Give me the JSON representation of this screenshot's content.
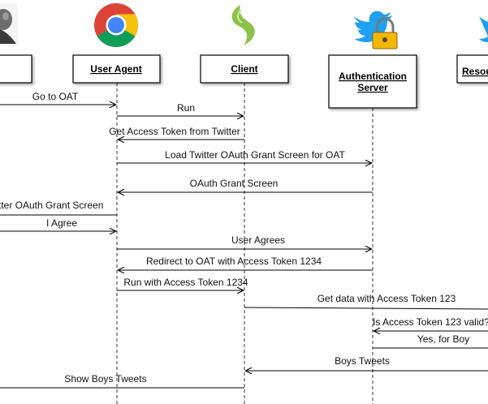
{
  "participants": [
    {
      "id": "user",
      "icon": "user-photo-icon",
      "label": ""
    },
    {
      "id": "user-agent",
      "icon": "chrome-icon",
      "label": "User Agent"
    },
    {
      "id": "client",
      "icon": "client-app-icon",
      "label": "Client"
    },
    {
      "id": "auth",
      "icon": "twitter-lock-icon",
      "label_line1": "Authentication",
      "label_line2": "Server"
    },
    {
      "id": "resource",
      "icon": "twitter-icon",
      "label": "Resou"
    }
  ],
  "messages": [
    {
      "from": "user",
      "to": "user-agent",
      "label": "Go to OAT"
    },
    {
      "from": "user-agent",
      "to": "client",
      "label": "Run"
    },
    {
      "from": "client",
      "to": "user-agent",
      "label": "Get Access Token from Twitter"
    },
    {
      "from": "user-agent",
      "to": "auth",
      "label": "Load Twitter OAuth Grant Screen for OAT"
    },
    {
      "from": "auth",
      "to": "user-agent",
      "label": "OAuth Grant Screen"
    },
    {
      "from": "user-agent",
      "to": "user",
      "label": "tter OAuth Grant Screen"
    },
    {
      "from": "user",
      "to": "user-agent",
      "label": "I Agree"
    },
    {
      "from": "user-agent",
      "to": "auth",
      "label": "User Agrees"
    },
    {
      "from": "auth",
      "to": "user-agent",
      "label": "Redirect to OAT with Access Token 1234"
    },
    {
      "from": "user-agent",
      "to": "client",
      "label": "Run with Access Token 1234"
    },
    {
      "from": "client",
      "to": "resource",
      "label": "Get data with Access Token 123"
    },
    {
      "from": "resource",
      "to": "auth",
      "label": "Is Access Token 123 valid?"
    },
    {
      "from": "auth",
      "to": "resource",
      "label": "Yes, for Boy"
    },
    {
      "from": "resource",
      "to": "client",
      "label": "Boys Tweets"
    },
    {
      "from": "client",
      "to": "user",
      "label": "Show Boys Tweets"
    }
  ],
  "colors": {
    "chrome_red": "#db4437",
    "chrome_yellow": "#f4c20d",
    "chrome_green": "#0f9d58",
    "chrome_blue": "#4285f4",
    "client_green": "#8bc34a",
    "twitter_blue": "#1da1f2",
    "lock_gold": "#f2b705"
  }
}
